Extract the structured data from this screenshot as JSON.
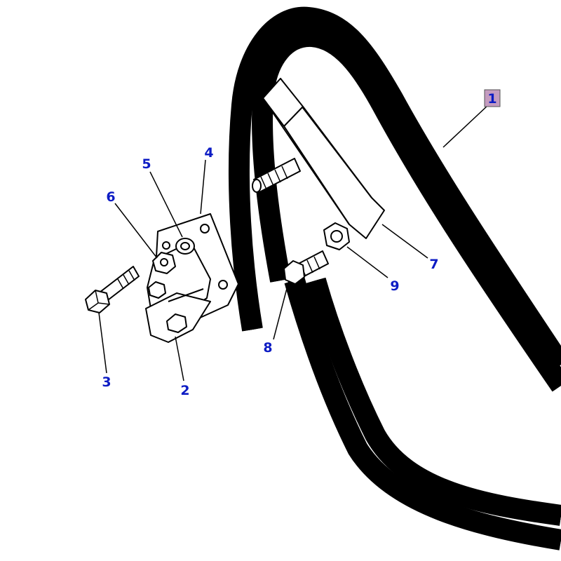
{
  "diagram": {
    "label_color": "#0d1cc4",
    "highlight_color": "#c49bbf",
    "line_color": "#000000",
    "callouts": [
      {
        "id": "1",
        "text": "1",
        "highlighted": true
      },
      {
        "id": "2",
        "text": "2"
      },
      {
        "id": "3",
        "text": "3"
      },
      {
        "id": "4",
        "text": "4"
      },
      {
        "id": "5",
        "text": "5"
      },
      {
        "id": "6",
        "text": "6"
      },
      {
        "id": "7",
        "text": "7"
      },
      {
        "id": "8",
        "text": "8"
      },
      {
        "id": "9",
        "text": "9"
      }
    ],
    "parts": {
      "timing_chain": "chain",
      "tensioner_assembly": "tensioner",
      "chain_guide": "guide",
      "bolt": "bolt",
      "stud": "stud"
    }
  }
}
